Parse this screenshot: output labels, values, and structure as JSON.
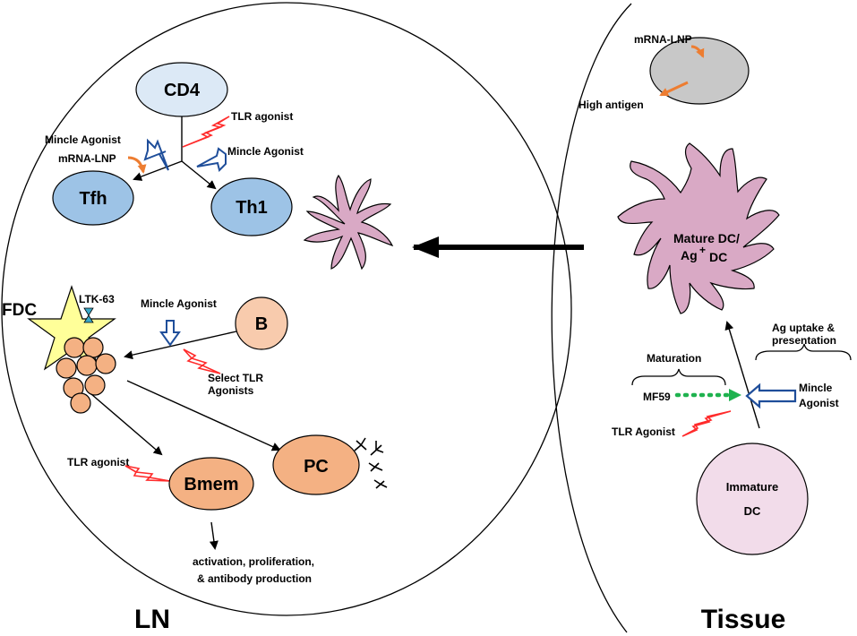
{
  "regions": {
    "lymph_node": "LN",
    "tissue": "Tissue"
  },
  "cells": {
    "cd4": "CD4",
    "tfh": "Tfh",
    "th1": "Th1",
    "b": "B",
    "bmem": "Bmem",
    "pc": "PC",
    "fdc": "FDC",
    "mature_dc_line1": "Mature DC/",
    "mature_dc_ag": "Ag",
    "mature_dc_plus": "+",
    "mature_dc_line2": "DC",
    "immature_dc_line1": "Immature",
    "immature_dc_line2": "DC"
  },
  "labels": {
    "tlr_agonist_cd4": "TLR agonist",
    "mincle_agonist_tfh": "Mincle Agonist",
    "mrna_lnp_tfh": "mRNA-LNP",
    "mincle_agonist_th1": "Mincle Agonist",
    "ltk63": "LTK-63",
    "mincle_agonist_b": "Mincle Agonist",
    "select_tlr_1": "Select TLR",
    "select_tlr_2": "Agonists",
    "tlr_agonist_bmem": "TLR agonist",
    "outcome_1": "activation, proliferation,",
    "outcome_2": "& antibody production",
    "mrna_lnp_tissue": "mRNA-LNP",
    "high_antigen": "High antigen",
    "ag_uptake_1": "Ag uptake &",
    "ag_uptake_2": "presentation",
    "maturation": "Maturation",
    "mf59": "MF59",
    "tlr_agonist_tissue": "TLR Agonist",
    "mincle_1": "Mincle",
    "mincle_2": "Agonist"
  },
  "colors": {
    "cd4_fill": "#dce9f6",
    "t_cell_fill": "#9dc3e6",
    "b_cell_fill": "#f8cbad",
    "bmem_fill": "#f4b183",
    "fdc_star": "#ffff99",
    "dc_fill": "#d9a9c5",
    "immature_fill": "#f2dcea",
    "hollow_arrow": "#1f4e9a",
    "lightning": "#ff2b2b",
    "orange_arrow": "#ed7d31",
    "mf59_arrow": "#1fb24f",
    "gray_particle": "#c8c8c8"
  }
}
